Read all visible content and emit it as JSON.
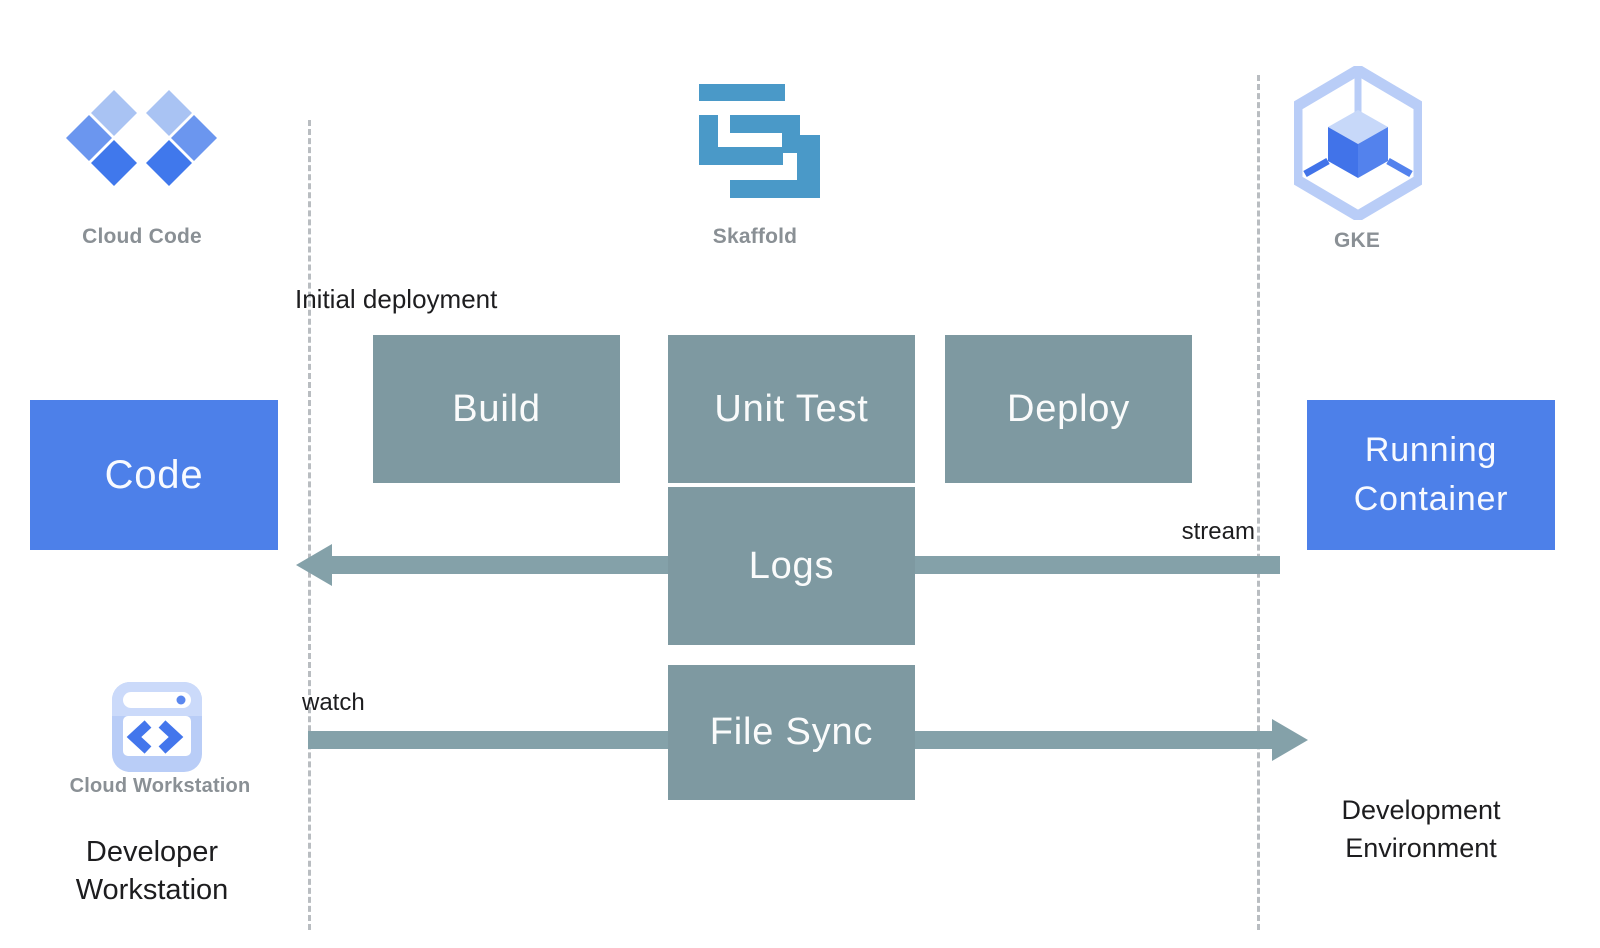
{
  "palette": {
    "blue_box": "#4D80E9",
    "teal_box": "#7E99A1",
    "arrow": "#84A1A9",
    "skaffold_blue": "#4A99C8",
    "label_gray": "#8A9095",
    "text_black": "#1D1D1F",
    "dashed_line": "#B9BDC1",
    "diamond_light": "#A9C3F3",
    "diamond_medium": "#6B96EF",
    "diamond_dark": "#4078EC",
    "gke_ring": "#B9CDF7"
  },
  "header": {
    "cloud_code": {
      "label": "Cloud Code",
      "icon": "cloud-code-diamonds"
    },
    "skaffold": {
      "label": "Skaffold",
      "icon": "skaffold-s-bars"
    },
    "gke": {
      "label": "GKE",
      "icon": "gke-hexagon-cube"
    }
  },
  "boxes": {
    "code": "Code",
    "build": "Build",
    "unit_test": "Unit Test",
    "deploy": "Deploy",
    "logs": "Logs",
    "file_sync": "File Sync",
    "running_container": "Running Container"
  },
  "annotations": {
    "initial_deployment": "Initial deployment",
    "stream": "stream",
    "watch": "watch"
  },
  "footer": {
    "cloud_workstation_label": "Cloud Workstation",
    "cloud_workstation_icon": "cloud-workstation-window",
    "developer_workstation": "Developer Workstation",
    "development_environment": "Development Environment"
  }
}
